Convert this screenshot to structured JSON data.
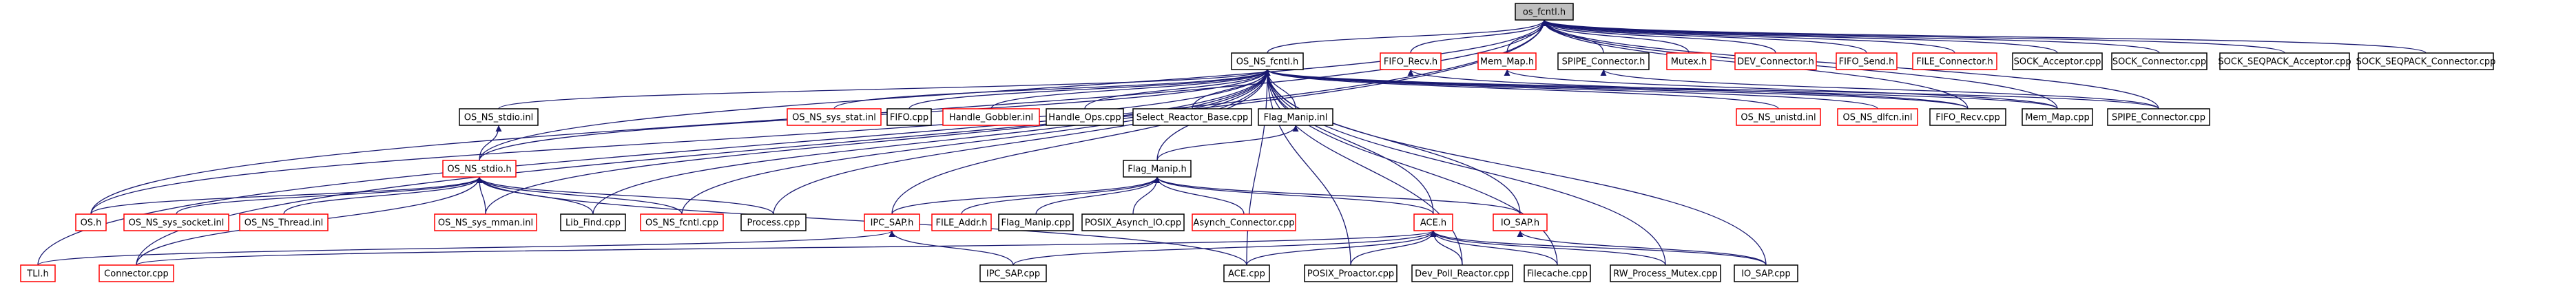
{
  "colors": {
    "edge": "#191970",
    "border_normal": "#000000",
    "border_missing": "#ff0000",
    "root_fill": "#bfbfbf",
    "fill": "#ffffff"
  },
  "nodes": [
    {
      "id": "root",
      "label": "os_fcntl.h",
      "style": "root"
    },
    {
      "id": "fifo_recv_h",
      "label": "FIFO_Recv.h",
      "style": "missing"
    },
    {
      "id": "mem_map_h",
      "label": "Mem_Map.h",
      "style": "missing"
    },
    {
      "id": "spipe_conn_h",
      "label": "SPIPE_Connector.h",
      "style": "normal"
    },
    {
      "id": "mutex_h",
      "label": "Mutex.h",
      "style": "missing"
    },
    {
      "id": "dev_conn_h",
      "label": "DEV_Connector.h",
      "style": "missing"
    },
    {
      "id": "fifo_send_h",
      "label": "FIFO_Send.h",
      "style": "missing"
    },
    {
      "id": "file_conn_h",
      "label": "FILE_Connector.h",
      "style": "missing"
    },
    {
      "id": "sock_acc_cpp",
      "label": "SOCK_Acceptor.cpp",
      "style": "normal"
    },
    {
      "id": "sock_conn_cpp",
      "label": "SOCK_Connector.cpp",
      "style": "normal"
    },
    {
      "id": "sock_seq_acc_cpp",
      "label": "SOCK_SEQPACK_Acceptor.cpp",
      "style": "normal"
    },
    {
      "id": "sock_seq_conn_cpp",
      "label": "SOCK_SEQPACK_Connector.cpp",
      "style": "normal"
    },
    {
      "id": "os_ns_fcntl_h",
      "label": "OS_NS_fcntl.h",
      "style": "normal"
    },
    {
      "id": "os_ns_stdio_inl",
      "label": "OS_NS_stdio.inl",
      "style": "normal"
    },
    {
      "id": "os_ns_sys_stat_inl",
      "label": "OS_NS_sys_stat.inl",
      "style": "missing"
    },
    {
      "id": "fifo_cpp",
      "label": "FIFO.cpp",
      "style": "normal"
    },
    {
      "id": "handle_gobbler_inl",
      "label": "Handle_Gobbler.inl",
      "style": "missing"
    },
    {
      "id": "handle_ops_cpp",
      "label": "Handle_Ops.cpp",
      "style": "normal"
    },
    {
      "id": "select_reactor_base_cpp",
      "label": "Select_Reactor_Base.cpp",
      "style": "normal"
    },
    {
      "id": "flag_manip_inl",
      "label": "Flag_Manip.inl",
      "style": "normal"
    },
    {
      "id": "os_ns_unistd_inl",
      "label": "OS_NS_unistd.inl",
      "style": "missing"
    },
    {
      "id": "os_ns_dlfcn_inl",
      "label": "OS_NS_dlfcn.inl",
      "style": "missing"
    },
    {
      "id": "fifo_recv_cpp",
      "label": "FIFO_Recv.cpp",
      "style": "normal"
    },
    {
      "id": "mem_map_cpp",
      "label": "Mem_Map.cpp",
      "style": "normal"
    },
    {
      "id": "spipe_conn_cpp",
      "label": "SPIPE_Connector.cpp",
      "style": "normal"
    },
    {
      "id": "os_ns_stdio_h",
      "label": "OS_NS_stdio.h",
      "style": "missing"
    },
    {
      "id": "flag_manip_h",
      "label": "Flag_Manip.h",
      "style": "normal"
    },
    {
      "id": "os_h",
      "label": "OS.h",
      "style": "missing"
    },
    {
      "id": "os_ns_sys_socket_inl",
      "label": "OS_NS_sys_socket.inl",
      "style": "missing"
    },
    {
      "id": "os_ns_thread_inl",
      "label": "OS_NS_Thread.inl",
      "style": "missing"
    },
    {
      "id": "os_ns_sys_mman_inl",
      "label": "OS_NS_sys_mman.inl",
      "style": "missing"
    },
    {
      "id": "lib_find_cpp",
      "label": "Lib_Find.cpp",
      "style": "normal"
    },
    {
      "id": "os_ns_fcntl_cpp",
      "label": "OS_NS_fcntl.cpp",
      "style": "missing"
    },
    {
      "id": "process_cpp",
      "label": "Process.cpp",
      "style": "normal"
    },
    {
      "id": "ipc_sap_h",
      "label": "IPC_SAP.h",
      "style": "missing"
    },
    {
      "id": "file_addr_h",
      "label": "FILE_Addr.h",
      "style": "missing"
    },
    {
      "id": "flag_manip_cpp",
      "label": "Flag_Manip.cpp",
      "style": "normal"
    },
    {
      "id": "posix_asynch_io_cpp",
      "label": "POSIX_Asynch_IO.cpp",
      "style": "normal"
    },
    {
      "id": "asynch_conn_cpp",
      "label": "Asynch_Connector.cpp",
      "style": "missing"
    },
    {
      "id": "ace_h",
      "label": "ACE.h",
      "style": "missing"
    },
    {
      "id": "io_sap_h",
      "label": "IO_SAP.h",
      "style": "missing"
    },
    {
      "id": "tli_h",
      "label": "TLI.h",
      "style": "missing"
    },
    {
      "id": "connector_cpp",
      "label": "Connector.cpp",
      "style": "missing"
    },
    {
      "id": "ipc_sap_cpp",
      "label": "IPC_SAP.cpp",
      "style": "normal"
    },
    {
      "id": "ace_cpp",
      "label": "ACE.cpp",
      "style": "normal"
    },
    {
      "id": "posix_proactor_cpp",
      "label": "POSIX_Proactor.cpp",
      "style": "normal"
    },
    {
      "id": "dev_poll_reactor_cpp",
      "label": "Dev_Poll_Reactor.cpp",
      "style": "normal"
    },
    {
      "id": "filecache_cpp",
      "label": "Filecache.cpp",
      "style": "normal"
    },
    {
      "id": "rw_process_mutex_cpp",
      "label": "RW_Process_Mutex.cpp",
      "style": "normal"
    },
    {
      "id": "io_sap_cpp",
      "label": "IO_SAP.cpp",
      "style": "normal"
    }
  ],
  "edges": [
    [
      "fifo_recv_h",
      "root"
    ],
    [
      "mem_map_h",
      "root"
    ],
    [
      "spipe_conn_h",
      "root"
    ],
    [
      "mutex_h",
      "root"
    ],
    [
      "dev_conn_h",
      "root"
    ],
    [
      "fifo_send_h",
      "root"
    ],
    [
      "file_conn_h",
      "root"
    ],
    [
      "sock_acc_cpp",
      "root"
    ],
    [
      "sock_conn_cpp",
      "root"
    ],
    [
      "sock_seq_acc_cpp",
      "root"
    ],
    [
      "sock_seq_conn_cpp",
      "root"
    ],
    [
      "os_ns_fcntl_h",
      "root"
    ],
    [
      "os_h",
      "root"
    ],
    [
      "tli_h",
      "root"
    ],
    [
      "connector_cpp",
      "root"
    ],
    [
      "os_ns_stdio_h",
      "root"
    ],
    [
      "fifo_recv_cpp",
      "root"
    ],
    [
      "mem_map_cpp",
      "root"
    ],
    [
      "spipe_conn_cpp",
      "root"
    ],
    [
      "os_ns_stdio_inl",
      "os_ns_fcntl_h"
    ],
    [
      "os_ns_sys_stat_inl",
      "os_ns_fcntl_h"
    ],
    [
      "fifo_cpp",
      "os_ns_fcntl_h"
    ],
    [
      "handle_gobbler_inl",
      "os_ns_fcntl_h"
    ],
    [
      "handle_ops_cpp",
      "os_ns_fcntl_h"
    ],
    [
      "select_reactor_base_cpp",
      "os_ns_fcntl_h"
    ],
    [
      "flag_manip_inl",
      "os_ns_fcntl_h"
    ],
    [
      "os_ns_unistd_inl",
      "os_ns_fcntl_h"
    ],
    [
      "os_ns_dlfcn_inl",
      "os_ns_fcntl_h"
    ],
    [
      "fifo_recv_cpp",
      "os_ns_fcntl_h"
    ],
    [
      "mem_map_cpp",
      "os_ns_fcntl_h"
    ],
    [
      "spipe_conn_cpp",
      "os_ns_fcntl_h"
    ],
    [
      "os_ns_stdio_h",
      "os_ns_fcntl_h"
    ],
    [
      "os_h",
      "os_ns_fcntl_h"
    ],
    [
      "flag_manip_h",
      "os_ns_fcntl_h"
    ],
    [
      "os_ns_sys_mman_inl",
      "os_ns_fcntl_h"
    ],
    [
      "lib_find_cpp",
      "os_ns_fcntl_h"
    ],
    [
      "os_ns_fcntl_cpp",
      "os_ns_fcntl_h"
    ],
    [
      "process_cpp",
      "os_ns_fcntl_h"
    ],
    [
      "ipc_sap_h",
      "os_ns_fcntl_h"
    ],
    [
      "ace_h",
      "os_ns_fcntl_h"
    ],
    [
      "io_sap_h",
      "os_ns_fcntl_h"
    ],
    [
      "ace_cpp",
      "os_ns_fcntl_h"
    ],
    [
      "posix_proactor_cpp",
      "os_ns_fcntl_h"
    ],
    [
      "dev_poll_reactor_cpp",
      "os_ns_fcntl_h"
    ],
    [
      "filecache_cpp",
      "os_ns_fcntl_h"
    ],
    [
      "rw_process_mutex_cpp",
      "os_ns_fcntl_h"
    ],
    [
      "io_sap_cpp",
      "os_ns_fcntl_h"
    ],
    [
      "os_ns_stdio_h",
      "os_ns_stdio_inl"
    ],
    [
      "os_h",
      "os_ns_stdio_h"
    ],
    [
      "os_ns_sys_socket_inl",
      "os_ns_stdio_h"
    ],
    [
      "os_ns_thread_inl",
      "os_ns_stdio_h"
    ],
    [
      "os_ns_sys_mman_inl",
      "os_ns_stdio_h"
    ],
    [
      "lib_find_cpp",
      "os_ns_stdio_h"
    ],
    [
      "os_ns_fcntl_cpp",
      "os_ns_stdio_h"
    ],
    [
      "process_cpp",
      "os_ns_stdio_h"
    ],
    [
      "connector_cpp",
      "os_ns_stdio_h"
    ],
    [
      "ace_cpp",
      "os_ns_stdio_h"
    ],
    [
      "flag_manip_h",
      "flag_manip_inl"
    ],
    [
      "ipc_sap_h",
      "flag_manip_h"
    ],
    [
      "file_addr_h",
      "flag_manip_h"
    ],
    [
      "flag_manip_cpp",
      "flag_manip_h"
    ],
    [
      "posix_asynch_io_cpp",
      "flag_manip_h"
    ],
    [
      "asynch_conn_cpp",
      "flag_manip_h"
    ],
    [
      "ace_h",
      "flag_manip_h"
    ],
    [
      "io_sap_h",
      "flag_manip_h"
    ],
    [
      "tli_h",
      "ipc_sap_h"
    ],
    [
      "ipc_sap_cpp",
      "ipc_sap_h"
    ],
    [
      "ipc_sap_cpp",
      "ace_h"
    ],
    [
      "ace_cpp",
      "ace_h"
    ],
    [
      "posix_proactor_cpp",
      "ace_h"
    ],
    [
      "dev_poll_reactor_cpp",
      "ace_h"
    ],
    [
      "filecache_cpp",
      "ace_h"
    ],
    [
      "rw_process_mutex_cpp",
      "ace_h"
    ],
    [
      "io_sap_cpp",
      "ace_h"
    ],
    [
      "connector_cpp",
      "ace_h"
    ],
    [
      "io_sap_cpp",
      "io_sap_h"
    ],
    [
      "fifo_recv_cpp",
      "fifo_recv_h"
    ],
    [
      "mem_map_cpp",
      "mem_map_h"
    ],
    [
      "spipe_conn_cpp",
      "spipe_conn_h"
    ]
  ]
}
